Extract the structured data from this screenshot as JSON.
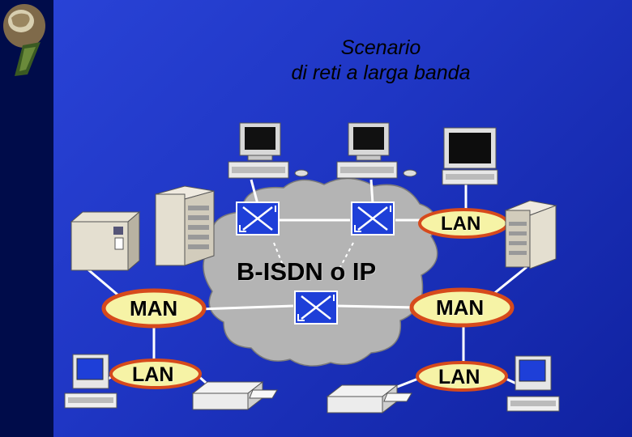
{
  "title": {
    "line1": "Scenario",
    "line2": "di reti a larga banda"
  },
  "diagram": {
    "core": "B-ISDN o IP",
    "man_left": "MAN",
    "man_right": "MAN",
    "lan_top_right": "LAN",
    "lan_bottom_left": "LAN",
    "lan_bottom_right": "LAN"
  },
  "icons": [
    "globe-logo-icon",
    "workstation-icon",
    "server-icon",
    "printer-icon",
    "network-switch-icon",
    "cloud-icon"
  ],
  "colors": {
    "background": "#1f36c4",
    "left_band": "#000c4a",
    "cloud": "#b4b4b4",
    "ellipse": "#f6f3a6",
    "ellipse_border": "#d64a1c",
    "switch": "#1e3fd8",
    "link": "#ffffff"
  }
}
